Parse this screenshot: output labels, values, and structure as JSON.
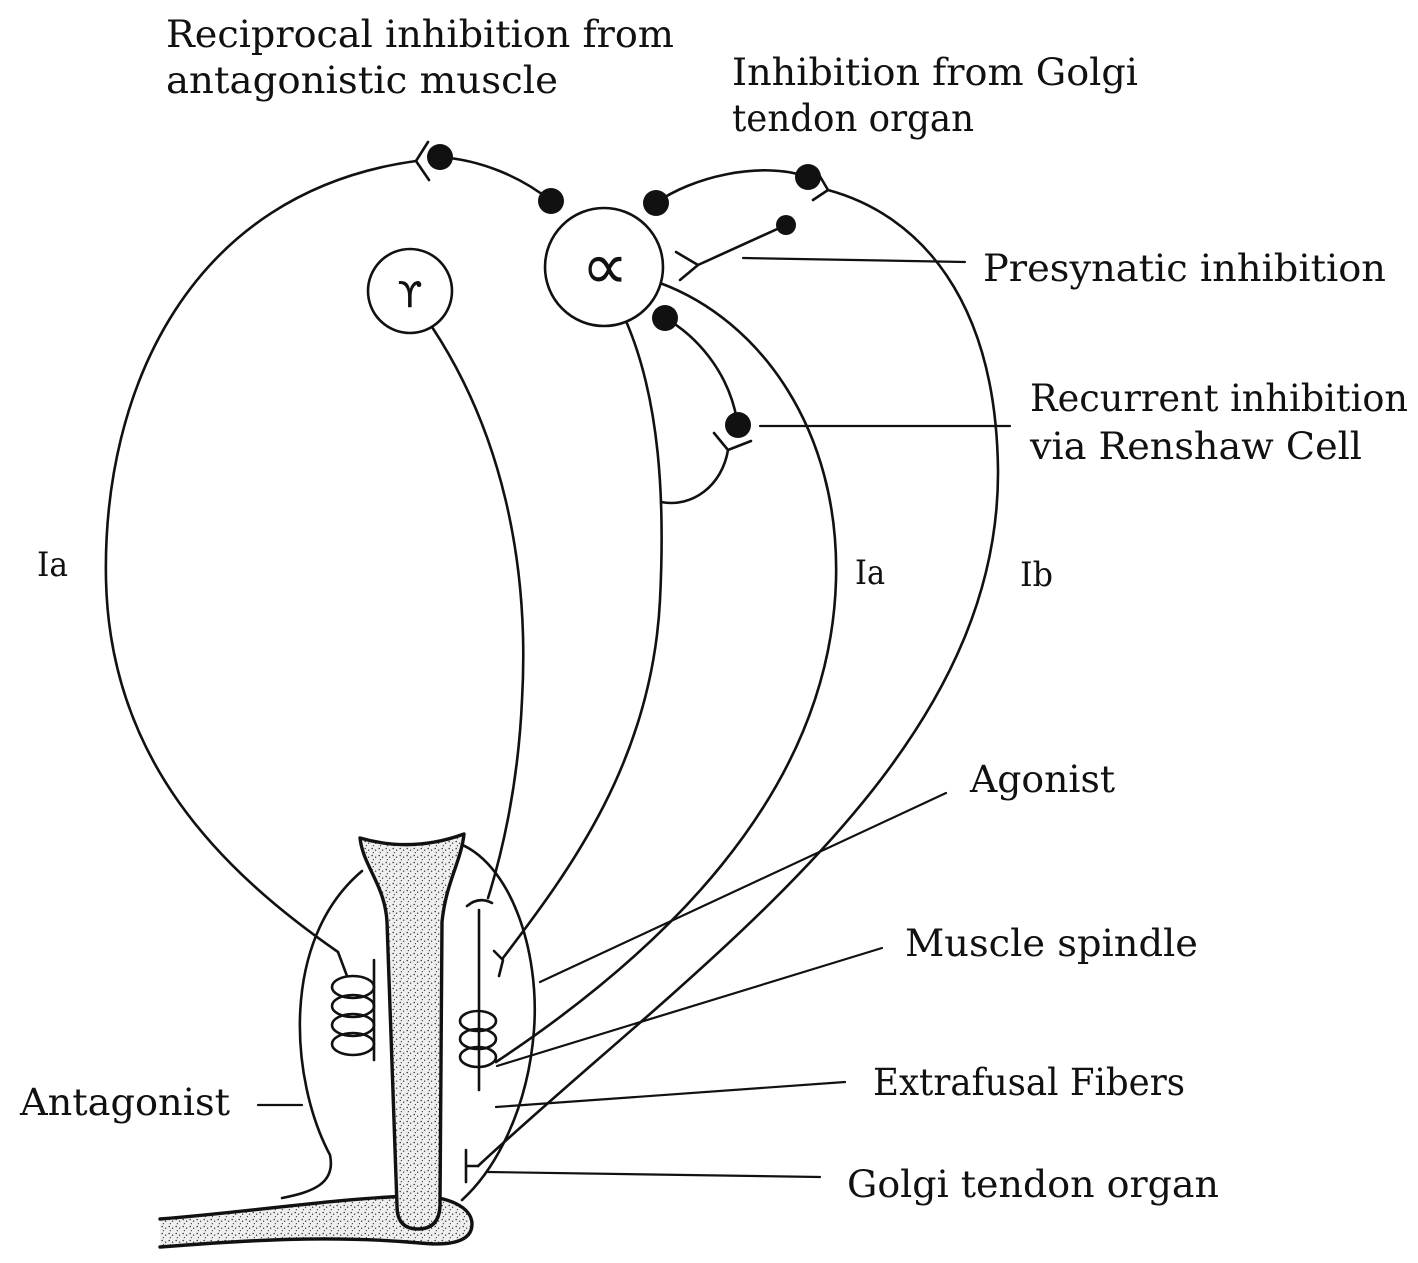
{
  "title_labels": {
    "reciprocal_inhibition": [
      "Reciprocal inhibition from",
      "antagonistic muscle"
    ],
    "golgi_inhibition": [
      "Inhibition from Golgi",
      "tendon organ"
    ],
    "presynaptic_inhibition": "Presynatic inhibition",
    "recurrent_inhibition": [
      "Recurrent inhibition",
      "via Renshaw Cell"
    ]
  },
  "fiber_labels": {
    "ia_left": "Ia",
    "ia_right": "Ia",
    "ib": "Ib"
  },
  "muscle_labels": {
    "agonist": "Agonist",
    "muscle_spindle": "Muscle spindle",
    "extrafusal_fibers": "Extrafusal Fibers",
    "antagonist": "Antagonist",
    "golgi_tendon_organ": "Golgi tendon organ"
  },
  "neurons": {
    "alpha_symbol": "∝",
    "gamma_symbol": "ϒ"
  },
  "colors": {
    "ink": "#111111",
    "paper": "#ffffff",
    "stipple": "#3a3a3a"
  }
}
